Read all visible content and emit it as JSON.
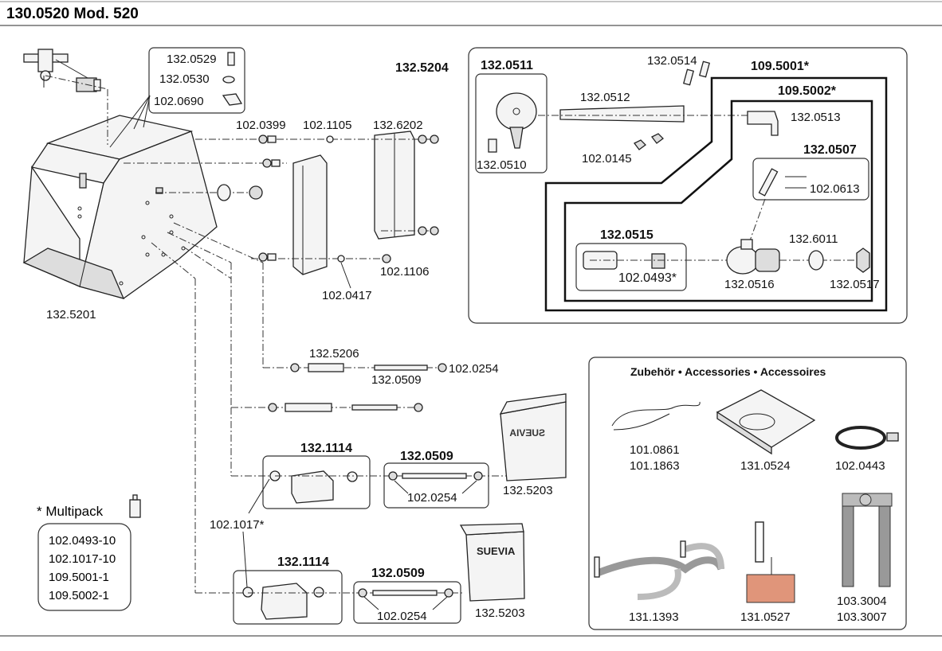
{
  "header": {
    "title": "130.0520 Mod. 520"
  },
  "labels": {
    "l_132_5201": "132.5201",
    "l_132_0529": "132.0529",
    "l_132_0530": "132.0530",
    "l_102_0690": "102.0690",
    "l_102_0399": "102.0399",
    "l_102_1105": "102.1105",
    "l_132_6202": "132.6202",
    "l_102_0417": "102.0417",
    "l_102_1106": "102.1106",
    "l_132_5204": "132.5204",
    "l_132_0511": "132.0511",
    "l_132_0510": "132.0510",
    "l_132_0514": "132.0514",
    "l_132_0512": "132.0512",
    "l_102_0145": "102.0145",
    "l_109_5001": "109.5001*",
    "l_109_5002": "109.5002*",
    "l_132_0513": "132.0513",
    "l_132_0507": "132.0507",
    "l_102_0613": "102.0613",
    "l_132_0515": "132.0515",
    "l_102_0493": "102.0493*",
    "l_132_6011": "132.6011",
    "l_132_0516": "132.0516",
    "l_132_0517": "132.0517",
    "l_132_5206": "132.5206",
    "l_102_0254_a": "102.0254",
    "l_132_0509_a": "132.0509",
    "l_132_1114_a": "132.1114",
    "l_132_0509_b": "132.0509",
    "l_102_0254_b": "102.0254",
    "l_132_5203_a": "132.5203",
    "l_102_1017": "102.1017*",
    "l_132_1114_b": "132.1114",
    "l_132_0509_c": "132.0509",
    "l_102_0254_c": "102.0254",
    "l_132_5203_b": "132.5203"
  },
  "multipack": {
    "title": "* Multipack",
    "items": [
      "102.0493-10",
      "102.1017-10",
      "109.5001-1",
      "109.5002-1"
    ]
  },
  "accessories": {
    "title": "Zubehör • Accessories • Accessoires",
    "items": [
      {
        "codes": [
          "101.0861",
          "101.1863"
        ]
      },
      {
        "codes": [
          "131.0524"
        ]
      },
      {
        "codes": [
          "102.0443"
        ]
      },
      {
        "codes": [
          "131.1393"
        ]
      },
      {
        "codes": [
          "131.0527"
        ]
      },
      {
        "codes": [
          "103.3004",
          "103.3007"
        ]
      }
    ]
  },
  "brand": {
    "logo_text": "SUEVIA",
    "mirrored_text": "SUEVIA"
  },
  "colors": {
    "accent_copper": "#e0957a",
    "line": "#222222"
  }
}
